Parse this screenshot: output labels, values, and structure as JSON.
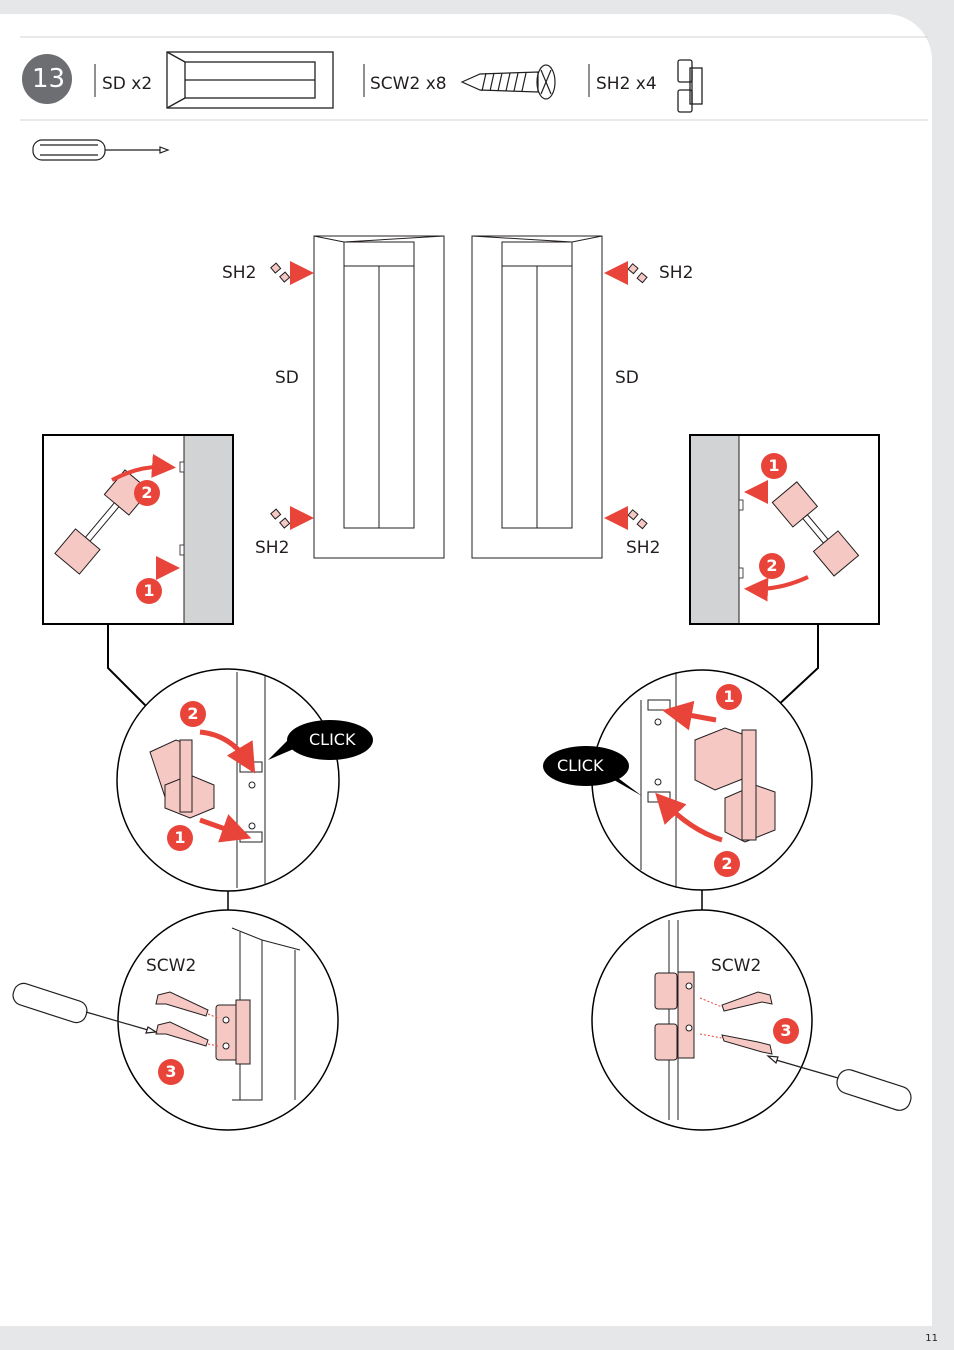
{
  "step": {
    "number": "13"
  },
  "parts": [
    {
      "code": "SD",
      "qty_label": "SD x2",
      "icon": "door-panel-icon"
    },
    {
      "code": "SCW2",
      "qty_label": "SCW2 x8",
      "icon": "screw-icon"
    },
    {
      "code": "SH2",
      "qty_label": "SH2 x4",
      "icon": "hinge-icon"
    }
  ],
  "tools": [
    {
      "icon": "screwdriver-icon"
    }
  ],
  "labels": {
    "hinge_top_left": "SH2",
    "hinge_top_right": "SH2",
    "hinge_bottom_left": "SH2",
    "hinge_bottom_right": "SH2",
    "door_left": "SD",
    "door_right": "SD",
    "screw_left": "SCW2",
    "screw_right": "SCW2",
    "click_left": "CLICK",
    "click_right": "CLICK"
  },
  "sequence_badges": [
    "1",
    "2",
    "3"
  ],
  "colors": {
    "accent": "#e8443a",
    "hinge_fill": "#f6c8c4",
    "ink": "#231f20",
    "wall": "#d1d3d4",
    "background": "#e6e7e8"
  },
  "footer": {
    "page_number": "11"
  }
}
